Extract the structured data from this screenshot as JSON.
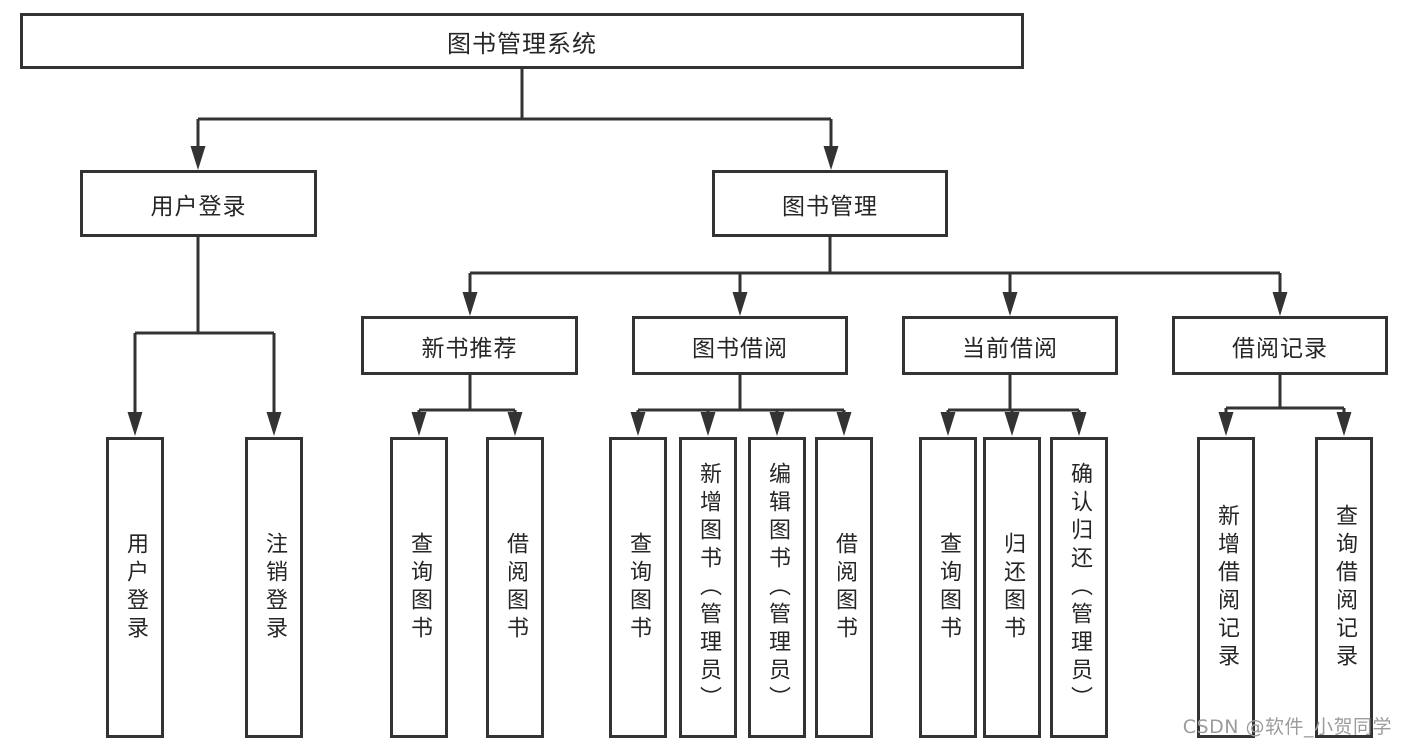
{
  "tree": {
    "root": {
      "label": "图书管理系统",
      "children": [
        {
          "label": "用户登录",
          "children": [
            {
              "label": "用户登录"
            },
            {
              "label": "注销登录"
            }
          ]
        },
        {
          "label": "图书管理",
          "children": [
            {
              "label": "新书推荐",
              "children": [
                {
                  "label": "查询图书"
                },
                {
                  "label": "借阅图书"
                }
              ]
            },
            {
              "label": "图书借阅",
              "children": [
                {
                  "label": "查询图书"
                },
                {
                  "label": "新增图书（管理员）"
                },
                {
                  "label": "编辑图书（管理员）"
                },
                {
                  "label": "借阅图书"
                }
              ]
            },
            {
              "label": "当前借阅",
              "children": [
                {
                  "label": "查询图书"
                },
                {
                  "label": "归还图书"
                },
                {
                  "label": "确认归还（管理员）"
                }
              ]
            },
            {
              "label": "借阅记录",
              "children": [
                {
                  "label": "新增借阅记录"
                },
                {
                  "label": "查询借阅记录"
                }
              ]
            }
          ]
        }
      ]
    }
  },
  "watermark": {
    "text": "CSDN @软件_小贺同学"
  },
  "colors": {
    "line": "#333333",
    "box_border": "#333333",
    "box_fill": "#ffffff",
    "text": "#262626",
    "watermark": "#9c9c9c",
    "background": "#ffffff"
  }
}
